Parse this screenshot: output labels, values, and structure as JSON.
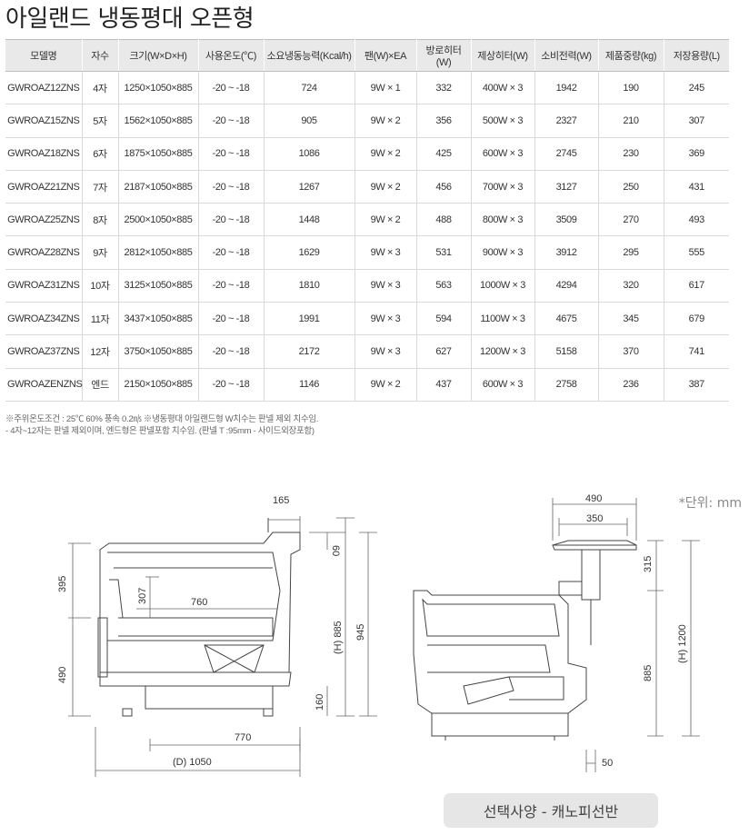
{
  "title": "아일랜드 냉동평대 오픈형",
  "table": {
    "headers": [
      "모델명",
      "자수",
      "크기(W×D×H)",
      "사용온도(℃)",
      "소요냉동능력(Kcal/h)",
      "팬(W)×EA",
      "방로히터(W)",
      "제상히터(W)",
      "소비전력(W)",
      "제품중량(kg)",
      "저장용량(L)"
    ],
    "rows": [
      [
        "GWROAZ12ZNS",
        "4자",
        "1250×1050×885",
        "-20 ~ -18",
        "724",
        "9W × 1",
        "332",
        "400W × 3",
        "1942",
        "190",
        "245"
      ],
      [
        "GWROAZ15ZNS",
        "5자",
        "1562×1050×885",
        "-20 ~ -18",
        "905",
        "9W × 2",
        "356",
        "500W × 3",
        "2327",
        "210",
        "307"
      ],
      [
        "GWROAZ18ZNS",
        "6자",
        "1875×1050×885",
        "-20 ~ -18",
        "1086",
        "9W × 2",
        "425",
        "600W × 3",
        "2745",
        "230",
        "369"
      ],
      [
        "GWROAZ21ZNS",
        "7자",
        "2187×1050×885",
        "-20 ~ -18",
        "1267",
        "9W × 2",
        "456",
        "700W × 3",
        "3127",
        "250",
        "431"
      ],
      [
        "GWROAZ25ZNS",
        "8자",
        "2500×1050×885",
        "-20 ~ -18",
        "1448",
        "9W × 2",
        "488",
        "800W × 3",
        "3509",
        "270",
        "493"
      ],
      [
        "GWROAZ28ZNS",
        "9자",
        "2812×1050×885",
        "-20 ~ -18",
        "1629",
        "9W × 3",
        "531",
        "900W × 3",
        "3912",
        "295",
        "555"
      ],
      [
        "GWROAZ31ZNS",
        "10자",
        "3125×1050×885",
        "-20 ~ -18",
        "1810",
        "9W × 3",
        "563",
        "1000W × 3",
        "4294",
        "320",
        "617"
      ],
      [
        "GWROAZ34ZNS",
        "11자",
        "3437×1050×885",
        "-20 ~ -18",
        "1991",
        "9W × 3",
        "594",
        "1100W × 3",
        "4675",
        "345",
        "679"
      ],
      [
        "GWROAZ37ZNS",
        "12자",
        "3750×1050×885",
        "-20 ~ -18",
        "2172",
        "9W × 3",
        "627",
        "1200W × 3",
        "5158",
        "370",
        "741"
      ],
      [
        "GWROAZENZNS",
        "엔드",
        "2150×1050×885",
        "-20 ~ -18",
        "1146",
        "9W × 2",
        "437",
        "600W × 3",
        "2758",
        "236",
        "387"
      ]
    ]
  },
  "notes": [
    "※주위온도조건 : 25℃ 60% 풍속 0.2㎧ ※냉동평대 아일랜드형 W치수는 판넬 제외 치수임.",
    " - 4자~12자는 판넬 제외이며, 엔드형은 판넬포함 치수임. (판넬 T :95mm - 사이드외장포함)"
  ],
  "unit": "*단위: mm",
  "dimensions": {
    "d165": "165",
    "d60": "60",
    "d395": "395",
    "d307": "307",
    "d760": "760",
    "d885": "(H) 885",
    "d945": "945",
    "d490": "490",
    "d160": "160",
    "d770": "770",
    "d1050": "(D) 1050",
    "r490": "490",
    "r350": "350",
    "r315": "315",
    "r885": "885",
    "r1200": "(H) 1200",
    "r50": "50"
  },
  "option_label": "선택사양 - 캐노피선반"
}
